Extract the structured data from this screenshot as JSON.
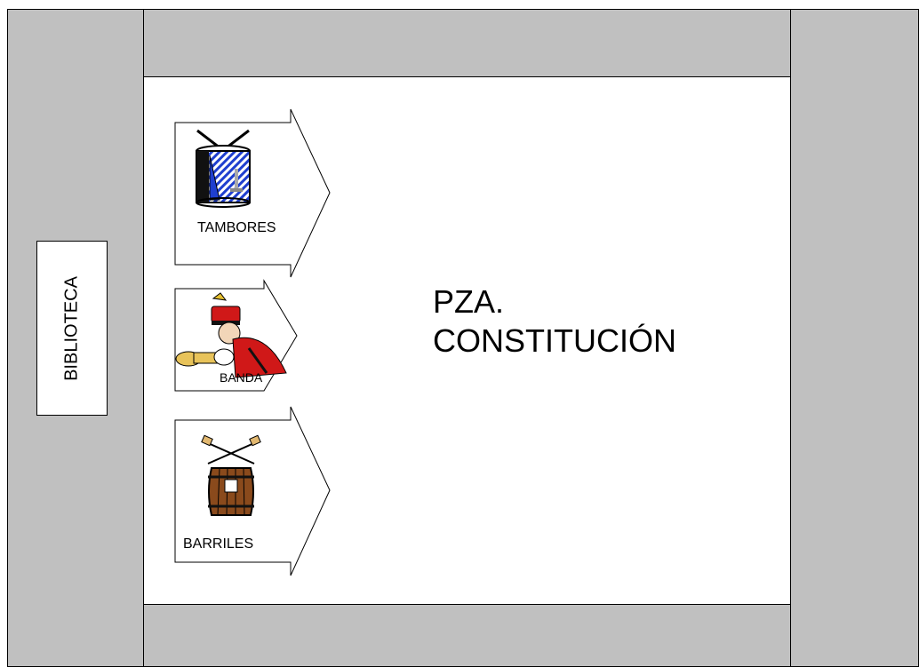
{
  "map": {
    "library_label": "BIBLIOTECA",
    "plaza_line1": "PZA.",
    "plaza_line2": "CONSTITUCIÓN"
  },
  "groups": [
    {
      "label": "TAMBORES",
      "icon": "drum-icon"
    },
    {
      "label": "BANDA",
      "icon": "bugler-icon"
    },
    {
      "label": "BARRILES",
      "icon": "barrel-icon"
    }
  ],
  "colors": {
    "street": "#c0c0c0",
    "plaza": "#ffffff",
    "drum_blue": "#1f3fcf",
    "band_red": "#d01818",
    "barrel_brown": "#8a4a1c"
  }
}
